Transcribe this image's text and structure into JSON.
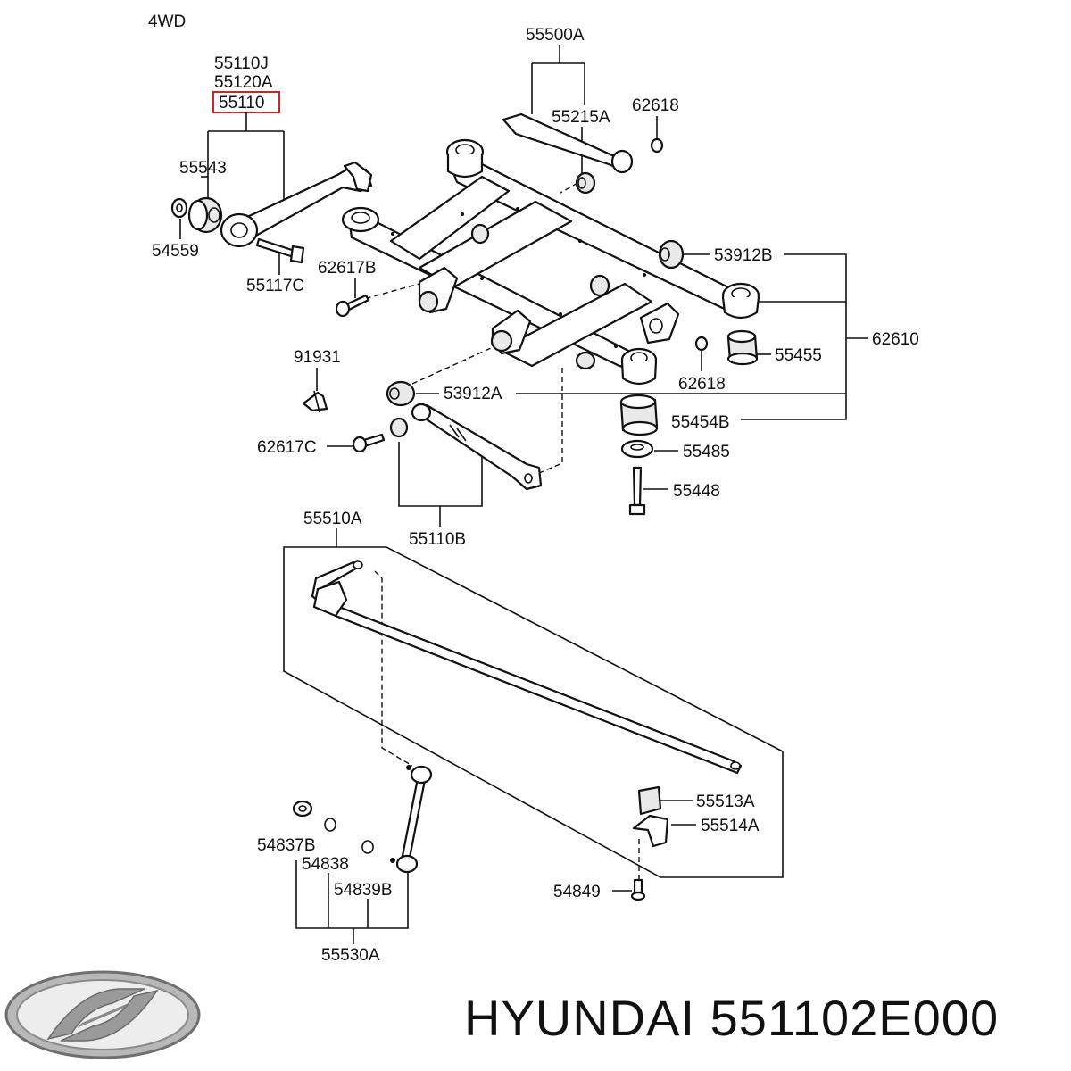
{
  "diagram": {
    "variant_label": "4WD",
    "highlight_color": "#d0242b",
    "labels": {
      "p55110J": "55110J",
      "p55120A": "55120A",
      "p55110": "55110",
      "p55543": "55543",
      "p54559": "54559",
      "p55117C": "55117C",
      "p62617B": "62617B",
      "p91931": "91931",
      "p62617C": "62617C",
      "p55500A": "55500A",
      "p55215A": "55215A",
      "p62618a": "62618",
      "p53912B": "53912B",
      "p62610": "62610",
      "p55455": "55455",
      "p62618b": "62618",
      "p53912A": "53912A",
      "p55454B": "55454B",
      "p55485": "55485",
      "p55448": "55448",
      "p55110B": "55110B",
      "p55510A": "55510A",
      "p55513A": "55513A",
      "p55514A": "55514A",
      "p54849": "54849",
      "p54837B": "54837B",
      "p54838": "54838",
      "p54839B": "54839B",
      "p55530A": "55530A"
    }
  },
  "brand": {
    "logo": "hyundai-logo",
    "caption": "HYUNDAI 551102E000"
  }
}
